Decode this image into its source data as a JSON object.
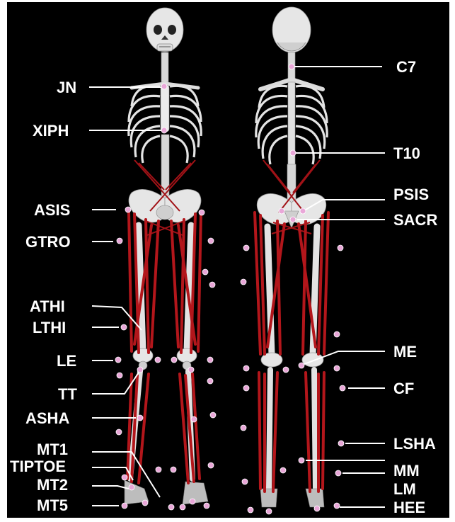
{
  "colors": {
    "background": "#000000",
    "frame": "#ffffff",
    "muscle": "#b3161b",
    "marker": "#e9a7d8",
    "label": "#ffffff",
    "bone": "#e6e6e6"
  },
  "views": [
    "anterior-view",
    "posterior-view"
  ],
  "labels_left": [
    "JN",
    "XIPH",
    "ASIS",
    "GTRO",
    "ATHI",
    "LTHI",
    "LE",
    "TT",
    "ASHA",
    "MT1",
    "TIPTOE",
    "MT2",
    "MT5"
  ],
  "labels_right": [
    "C7",
    "T10",
    "PSIS",
    "SACR",
    "ME",
    "CF",
    "LSHA",
    "MM",
    "LM",
    "HEE"
  ]
}
